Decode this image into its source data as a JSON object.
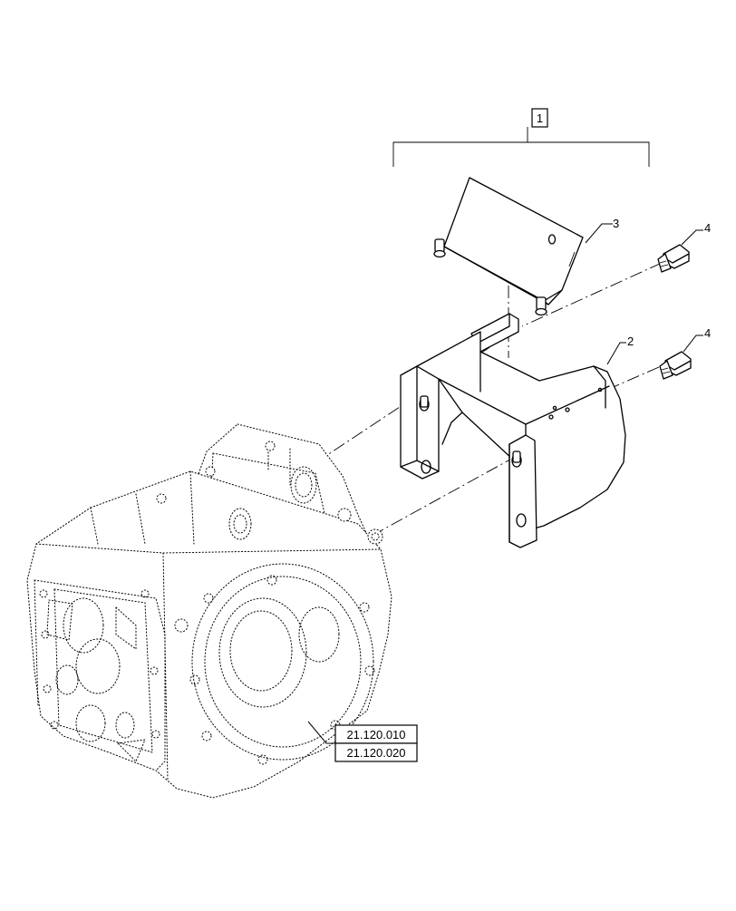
{
  "callouts": {
    "assembly": "1",
    "bracket": "2",
    "cover": "3",
    "bolt_upper": "4",
    "bolt_lower": "4"
  },
  "references": {
    "ref_a": "21.120.010",
    "ref_b": "21.120.020"
  }
}
